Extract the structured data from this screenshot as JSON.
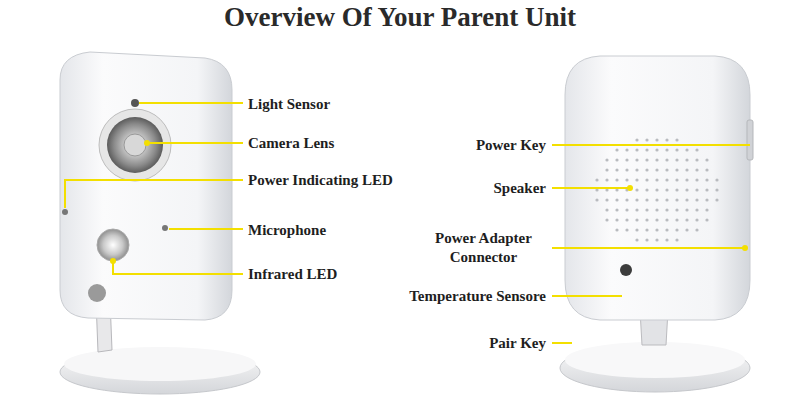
{
  "diagram": {
    "title": "Overview Of Your Parent Unit",
    "labels": [
      "Light Sensor",
      "Camera Lens",
      "Power Indicating LED",
      "Microphone",
      "Infrared LED",
      "Power Key",
      "Speaker",
      "Power Adapter Connector",
      "Temperature Sensore",
      "Pair Key"
    ]
  }
}
